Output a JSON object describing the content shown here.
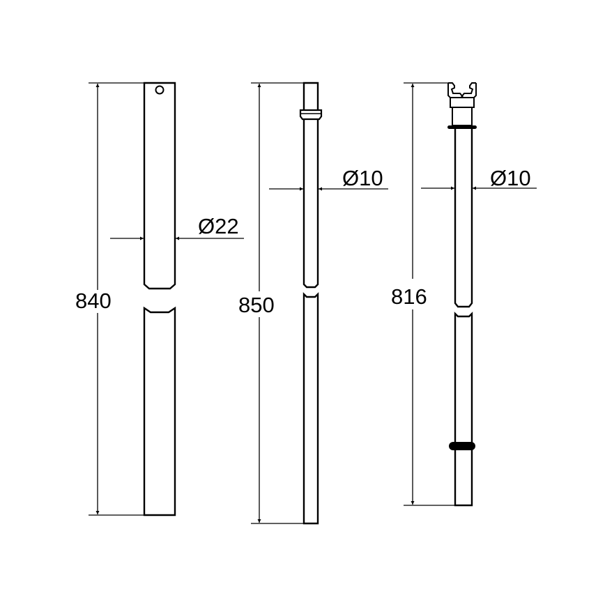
{
  "drawing": {
    "title": "Rod dimension drawing",
    "line_color": "#000000",
    "background": "#ffffff"
  },
  "parts": [
    {
      "name": "Tube Ø22",
      "length_label": "840",
      "diameter_label": "Ø22"
    },
    {
      "name": "Rod Ø10 with collar",
      "length_label": "850",
      "diameter_label": "Ø10"
    },
    {
      "name": "Rod Ø10 with clip connector and O-rings",
      "length_label": "816",
      "diameter_label": "Ø10"
    }
  ]
}
